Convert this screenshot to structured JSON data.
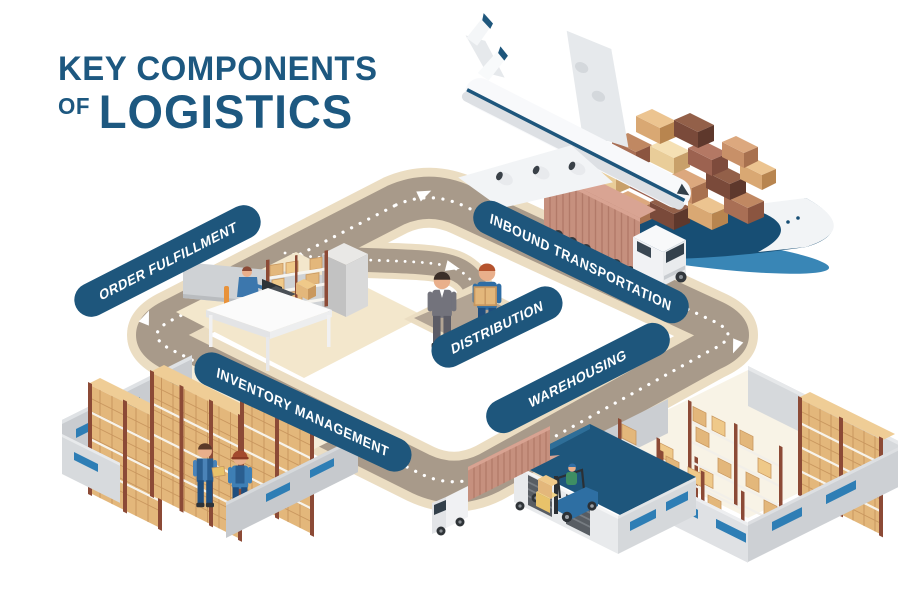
{
  "title": {
    "line1": "KEY COMPONENTS",
    "line2_prefix": "OF",
    "line2_word": "LOGISTICS"
  },
  "components": [
    {
      "id": "order-fulfillment",
      "label": "ORDER FULFILLMENT"
    },
    {
      "id": "inbound-transportation",
      "label": "INBOUND TRANSPORTATION"
    },
    {
      "id": "distribution",
      "label": "DISTRIBUTION"
    },
    {
      "id": "warehousing",
      "label": "WAREHOUSING"
    },
    {
      "id": "inventory-management",
      "label": "INVENTORY MANAGEMENT"
    }
  ],
  "colors": {
    "accent_blue": "#1E567C",
    "title_blue": "#1D5880",
    "road_surface": "#A89A8A",
    "road_border": "#EBDDC2",
    "box_tan": "#E3B77B",
    "shelf_post_brown": "#8C4A36",
    "trailer_brown": "#C6907E",
    "window_blue": "#2E7EB5",
    "background": "#FFFFFF"
  },
  "scene": {
    "illustrations": [
      "road-loop",
      "cargo-plane",
      "container-ship",
      "inbound-semi-truck",
      "order-fulfillment-office",
      "distribution-handoff",
      "inventory-warehouse",
      "warehouse-building",
      "dock-truck",
      "forklift",
      "storage-racks-warehouse"
    ]
  }
}
